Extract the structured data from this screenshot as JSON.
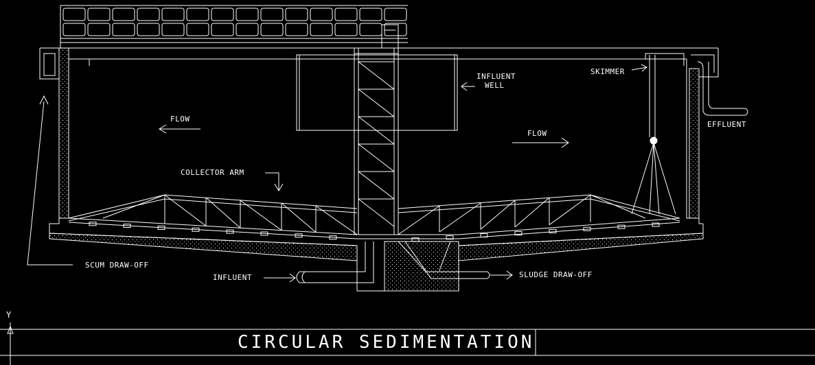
{
  "title": "CIRCULAR SEDIMENTATION",
  "axis_label": "Y",
  "labels": {
    "influent_well": "INFLUENT",
    "influent_well_2": "WELL",
    "skimmer": "SKIMMER",
    "flow_left": "FLOW",
    "flow_right": "FLOW",
    "effluent": "EFFLUENT",
    "collector_arm": "COLLECTOR ARM",
    "scum_draw_off": "SCUM DRAW-OFF",
    "influent": "INFLUENT",
    "sludge_draw_off": "SLUDGE DRAW-OFF"
  },
  "colors": {
    "background": "#000000",
    "line": "#ffffff"
  }
}
